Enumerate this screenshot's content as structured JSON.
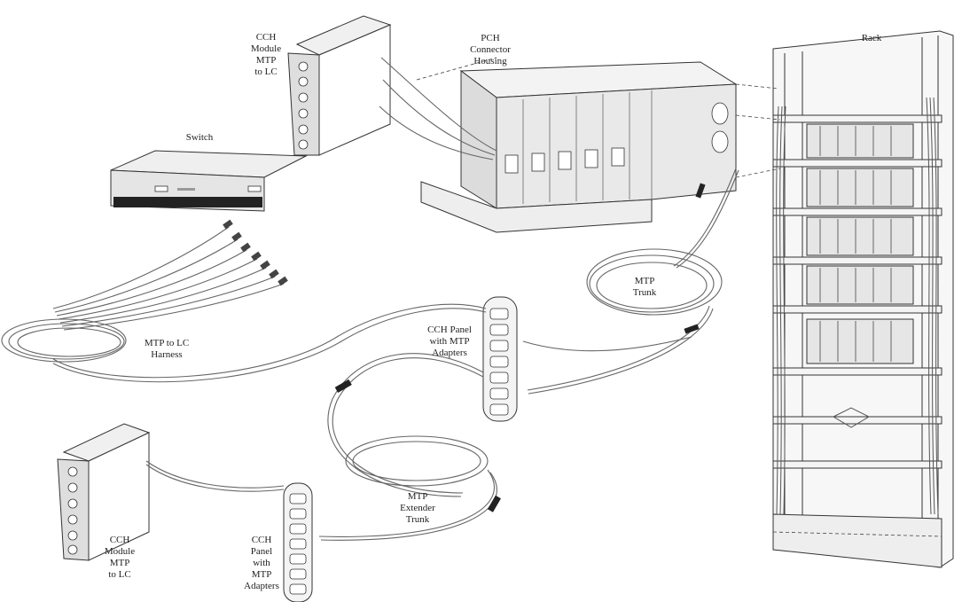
{
  "labels": {
    "cch_module_top": [
      "CCH",
      "Module",
      "MTP",
      "to LC"
    ],
    "pch_housing": [
      "PCH",
      "Connector",
      "Housing"
    ],
    "rack": "Rack",
    "switch": "Switch",
    "mtp_lc_harness": [
      "MTP to LC",
      "Harness"
    ],
    "mtp_trunk": [
      "MTP",
      "Trunk"
    ],
    "cch_panel_mid": [
      "CCH Panel",
      "with MTP",
      "Adapters"
    ],
    "mtp_extender_trunk": [
      "MTP",
      "Extender",
      "Trunk"
    ],
    "cch_module_bottom": [
      "CCH",
      "Module",
      "MTP",
      "to LC"
    ],
    "cch_panel_bottom": [
      "CCH",
      "Panel",
      "with",
      "MTP",
      "Adapters"
    ]
  }
}
